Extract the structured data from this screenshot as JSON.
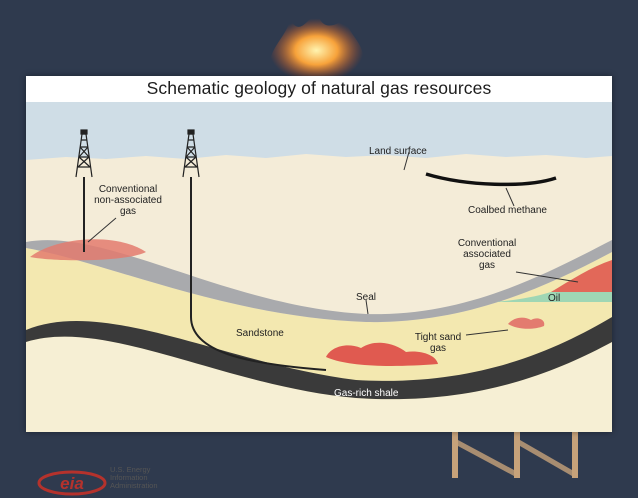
{
  "title": "Schematic geology of natural gas resources",
  "labels": {
    "land_surface": "Land surface",
    "coalbed_methane": "Coalbed methane",
    "conv_nonassoc_1": "Conventional",
    "conv_nonassoc_2": "non-associated",
    "conv_nonassoc_3": "gas",
    "conv_assoc_1": "Conventional",
    "conv_assoc_2": "associated",
    "conv_assoc_3": "gas",
    "seal": "Seal",
    "oil": "Oil",
    "sandstone": "Sandstone",
    "tight_sand_1": "Tight sand",
    "tight_sand_2": "gas",
    "gas_rich_shale": "Gas-rich shale"
  },
  "logo": {
    "mark": "eia",
    "line1": "U.S. Energy",
    "line2": "Information",
    "line3": "Administration"
  },
  "colors": {
    "sky": "#cfdde6",
    "soil": "#f4ecd8",
    "sand": "#f3e8b0",
    "seal": "#a9aaad",
    "shale": "#3a3a3a",
    "gas": "#d9534a",
    "oil": "#9fd6b4",
    "logo_red": "#b5322c"
  }
}
